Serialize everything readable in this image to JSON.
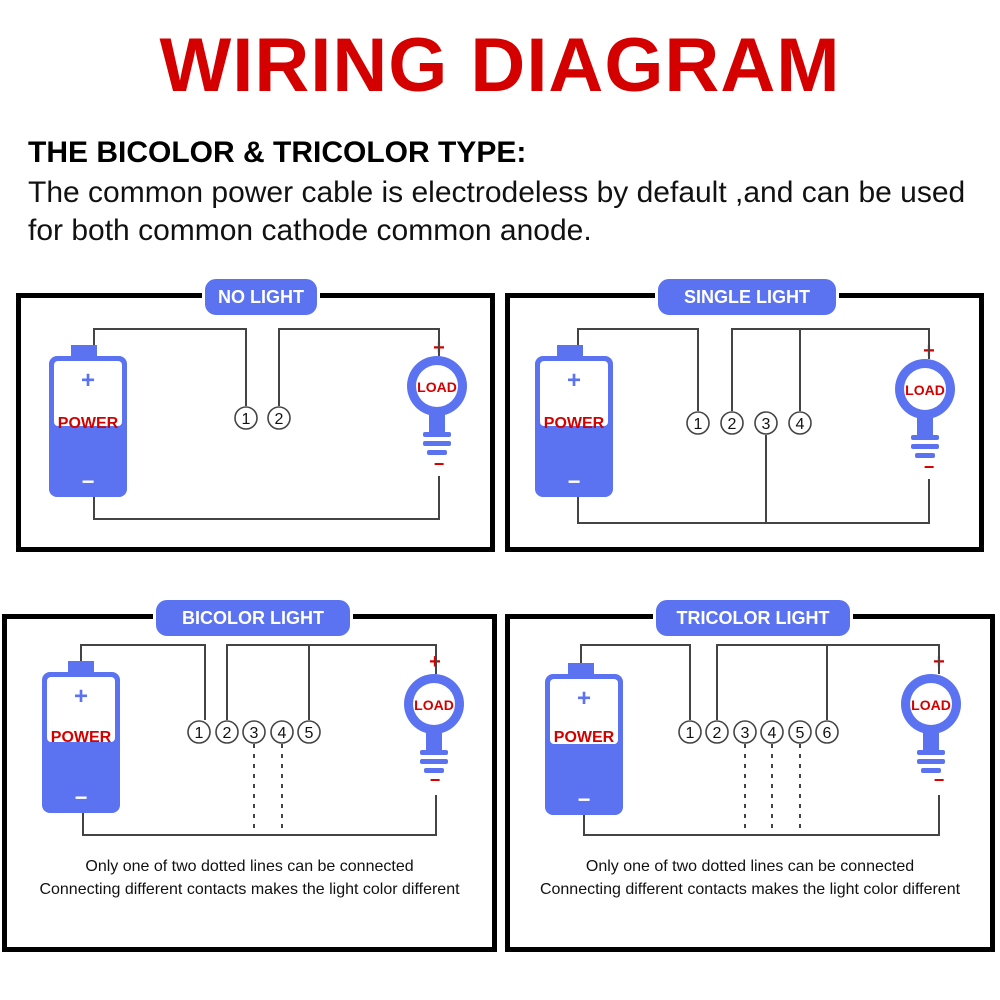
{
  "page": {
    "title": "WIRING DIAGRAM",
    "subtitle": "THE BICOLOR & TRICOLOR TYPE:",
    "description": "The common power cable is electrodeless by default ,and can be used for both common cathode common anode."
  },
  "labels": {
    "power": "POWER",
    "load": "LOAD",
    "plus": "+",
    "minus": "−"
  },
  "panels": [
    {
      "id": "no-light",
      "label": "NO LIGHT",
      "terminals": [
        "1",
        "2"
      ]
    },
    {
      "id": "single-light",
      "label": "SINGLE LIGHT",
      "terminals": [
        "1",
        "2",
        "3",
        "4"
      ]
    },
    {
      "id": "bicolor-light",
      "label": "BICOLOR LIGHT",
      "terminals": [
        "1",
        "2",
        "3",
        "4",
        "5"
      ],
      "note_line1": "Only one of two dotted lines can be connected",
      "note_line2": "Connecting different contacts makes the light color different"
    },
    {
      "id": "tricolor-light",
      "label": "TRICOLOR LIGHT",
      "terminals": [
        "1",
        "2",
        "3",
        "4",
        "5",
        "6"
      ],
      "note_line1": "Only one of two dotted lines can be connected",
      "note_line2": "Connecting different contacts makes the light color different"
    }
  ],
  "colors": {
    "title": "#d40000",
    "accent": "#5b73f0",
    "label_red": "#d40000"
  }
}
